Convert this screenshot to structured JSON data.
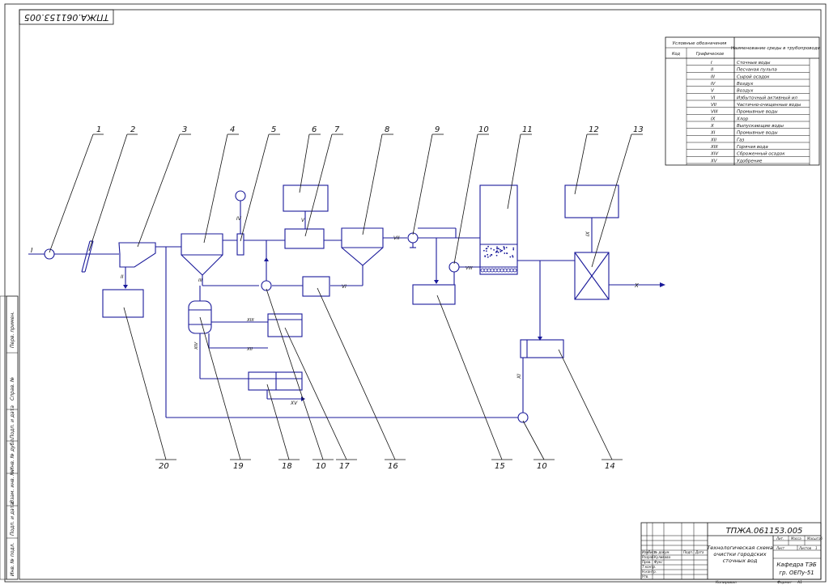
{
  "document": {
    "code": "ТПЖА.061153.005",
    "title_lines": [
      "Технологическая схема",
      "очистки городских",
      "сточных вод"
    ],
    "sheet_label": "Лист",
    "sheets_label": "Листов",
    "sheets_count": "1",
    "department": "Кафедра ТЭБ",
    "group": "гр. ОЕПу-51",
    "copied_label": "Копировал",
    "format_label": "Формат",
    "format_value": "А1",
    "stage_label": "Лит.",
    "mass_label": "Масса",
    "scale_label": "Масштаб",
    "rev_headers": [
      "Изм.",
      "Лист",
      "№ докум.",
      "Подп.",
      "Дата"
    ],
    "roles": [
      "Разраб.",
      "Пров.",
      "Т.контр.",
      "Н.контр.",
      "Утв."
    ],
    "names": [
      "Куликова",
      "Фукс"
    ]
  },
  "side_stamp": [
    "Перв. примен.",
    "Справ. №",
    "Подп. и дата",
    "Инв. № дубл.",
    "Взам. инв. №",
    "Подп. и дата",
    "Инв. № подл."
  ],
  "legend": {
    "header_left": "Условные обозначения",
    "header_right": "Наименование среды в трубопроводе",
    "col_code": "Код",
    "col_graphic": "Графическое",
    "rows": [
      {
        "code": "I",
        "name": "Сточные воды"
      },
      {
        "code": "II",
        "name": "Песчаная пульпа"
      },
      {
        "code": "III",
        "name": "Сырой осадок"
      },
      {
        "code": "IV",
        "name": "Воздух"
      },
      {
        "code": "V",
        "name": "Воздух"
      },
      {
        "code": "VI",
        "name": "Избыточный активный ил"
      },
      {
        "code": "VII",
        "name": "Частично-очищенные воды"
      },
      {
        "code": "VIII",
        "name": "Промывные воды"
      },
      {
        "code": "IX",
        "name": "Хлор"
      },
      {
        "code": "X",
        "name": "Выпускающие воды"
      },
      {
        "code": "XI",
        "name": "Промывные воды"
      },
      {
        "code": "XII",
        "name": "Газ"
      },
      {
        "code": "XIII",
        "name": "Горячая вода"
      },
      {
        "code": "XIV",
        "name": "Сброженный осадок"
      },
      {
        "code": "XV",
        "name": "Удобрение"
      }
    ]
  },
  "callouts_top": [
    "1",
    "2",
    "3",
    "4",
    "5",
    "6",
    "7",
    "8",
    "9",
    "10",
    "11",
    "12",
    "13"
  ],
  "callouts_bottom": [
    "20",
    "19",
    "18",
    "10",
    "17",
    "16",
    "15",
    "10",
    "14"
  ],
  "flow_labels": {
    "I": "I",
    "II": "II",
    "III": "III",
    "IV": "IV",
    "V": "V",
    "VI": "VI",
    "VII": "VII",
    "VIII": "VIII",
    "IX": "IX",
    "X": "X",
    "XI": "XI",
    "XII": "XII",
    "XIII": "XIII",
    "XIV": "XIV",
    "XV": "XV"
  }
}
